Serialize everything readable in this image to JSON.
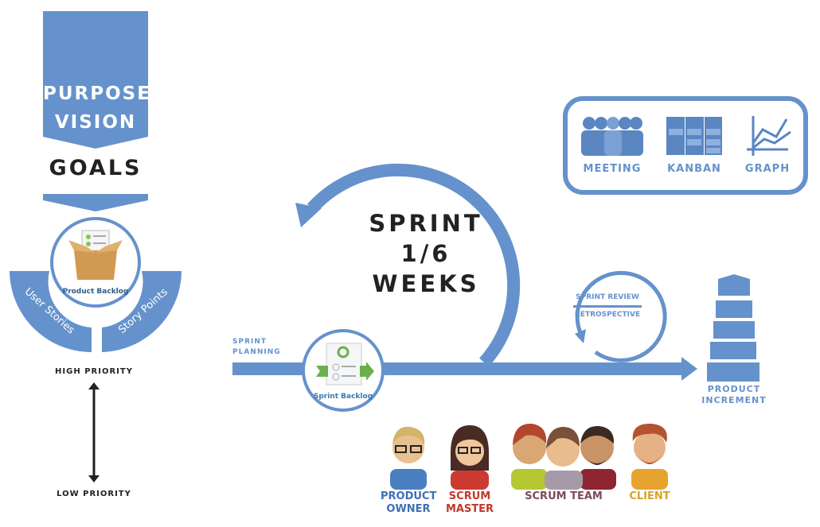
{
  "colors": {
    "primary": "#6592cc",
    "text": "#222222",
    "green": "#6ab04c",
    "owner": "#3e6fb5",
    "master": "#c0392b",
    "team": "#7d4a5a",
    "client": "#d4a52a"
  },
  "left": {
    "banner_line1": "PURPOSE",
    "banner_line2": "VISION",
    "goals": "GOALS",
    "product_backlog": "Product Backlog",
    "user_stories": "User Stories",
    "story_points": "Story Points",
    "high_priority": "HIGH PRIORITY",
    "low_priority": "LOW PRIORITY"
  },
  "sprint": {
    "line1": "SPRINT",
    "line2": "1/6",
    "line3": "WEEKS",
    "planning_line1": "SPRINT",
    "planning_line2": "PLANNING",
    "sprint_backlog": "Sprint Backlog",
    "review": "SPRINT REVIEW",
    "retro": "RETROSPECTIVE"
  },
  "tools": {
    "items": [
      {
        "label": "MEETING",
        "icon": "meeting-icon"
      },
      {
        "label": "KANBAN",
        "icon": "kanban-icon"
      },
      {
        "label": "GRAPH",
        "icon": "graph-icon"
      }
    ]
  },
  "increment": {
    "line1": "PRODUCT",
    "line2": "INCREMENT"
  },
  "roles": {
    "owner_1": "PRODUCT",
    "owner_2": "OWNER",
    "master_1": "SCRUM",
    "master_2": "MASTER",
    "team": "SCRUM TEAM",
    "client": "CLIENT"
  }
}
